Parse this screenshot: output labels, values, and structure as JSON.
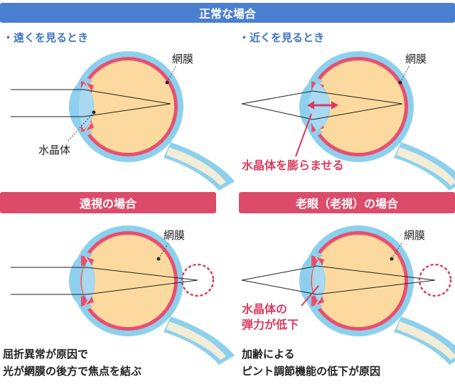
{
  "normal": {
    "banner": "正常な場合",
    "far": {
      "title": "・遠くを見るとき",
      "retina": "網膜",
      "lens": "水晶体"
    },
    "near": {
      "title": "・近くを見るとき",
      "retina": "網膜",
      "note": "水晶体を膨らませる"
    }
  },
  "hyperopia": {
    "banner": "遠視の場合",
    "retina": "網膜",
    "caption_line1": "屈折異常が原因で",
    "caption_line2": "光が網膜の後方で焦点を結ぶ"
  },
  "presbyopia": {
    "banner": "老眼（老視）の場合",
    "retina": "網膜",
    "note_line1": "水晶体の",
    "note_line2": "弾力が低下",
    "caption_line1": "加齢による",
    "caption_line2": "ピント調節機能の低下が原因"
  },
  "colors": {
    "blue_banner": "#4a7fcf",
    "red_banner": "#dc4b6a",
    "sclera": "#8cd0ee",
    "choroid": "#e94f6f",
    "vitreous": "#fcd99e",
    "lens": "#a9d9f2"
  }
}
